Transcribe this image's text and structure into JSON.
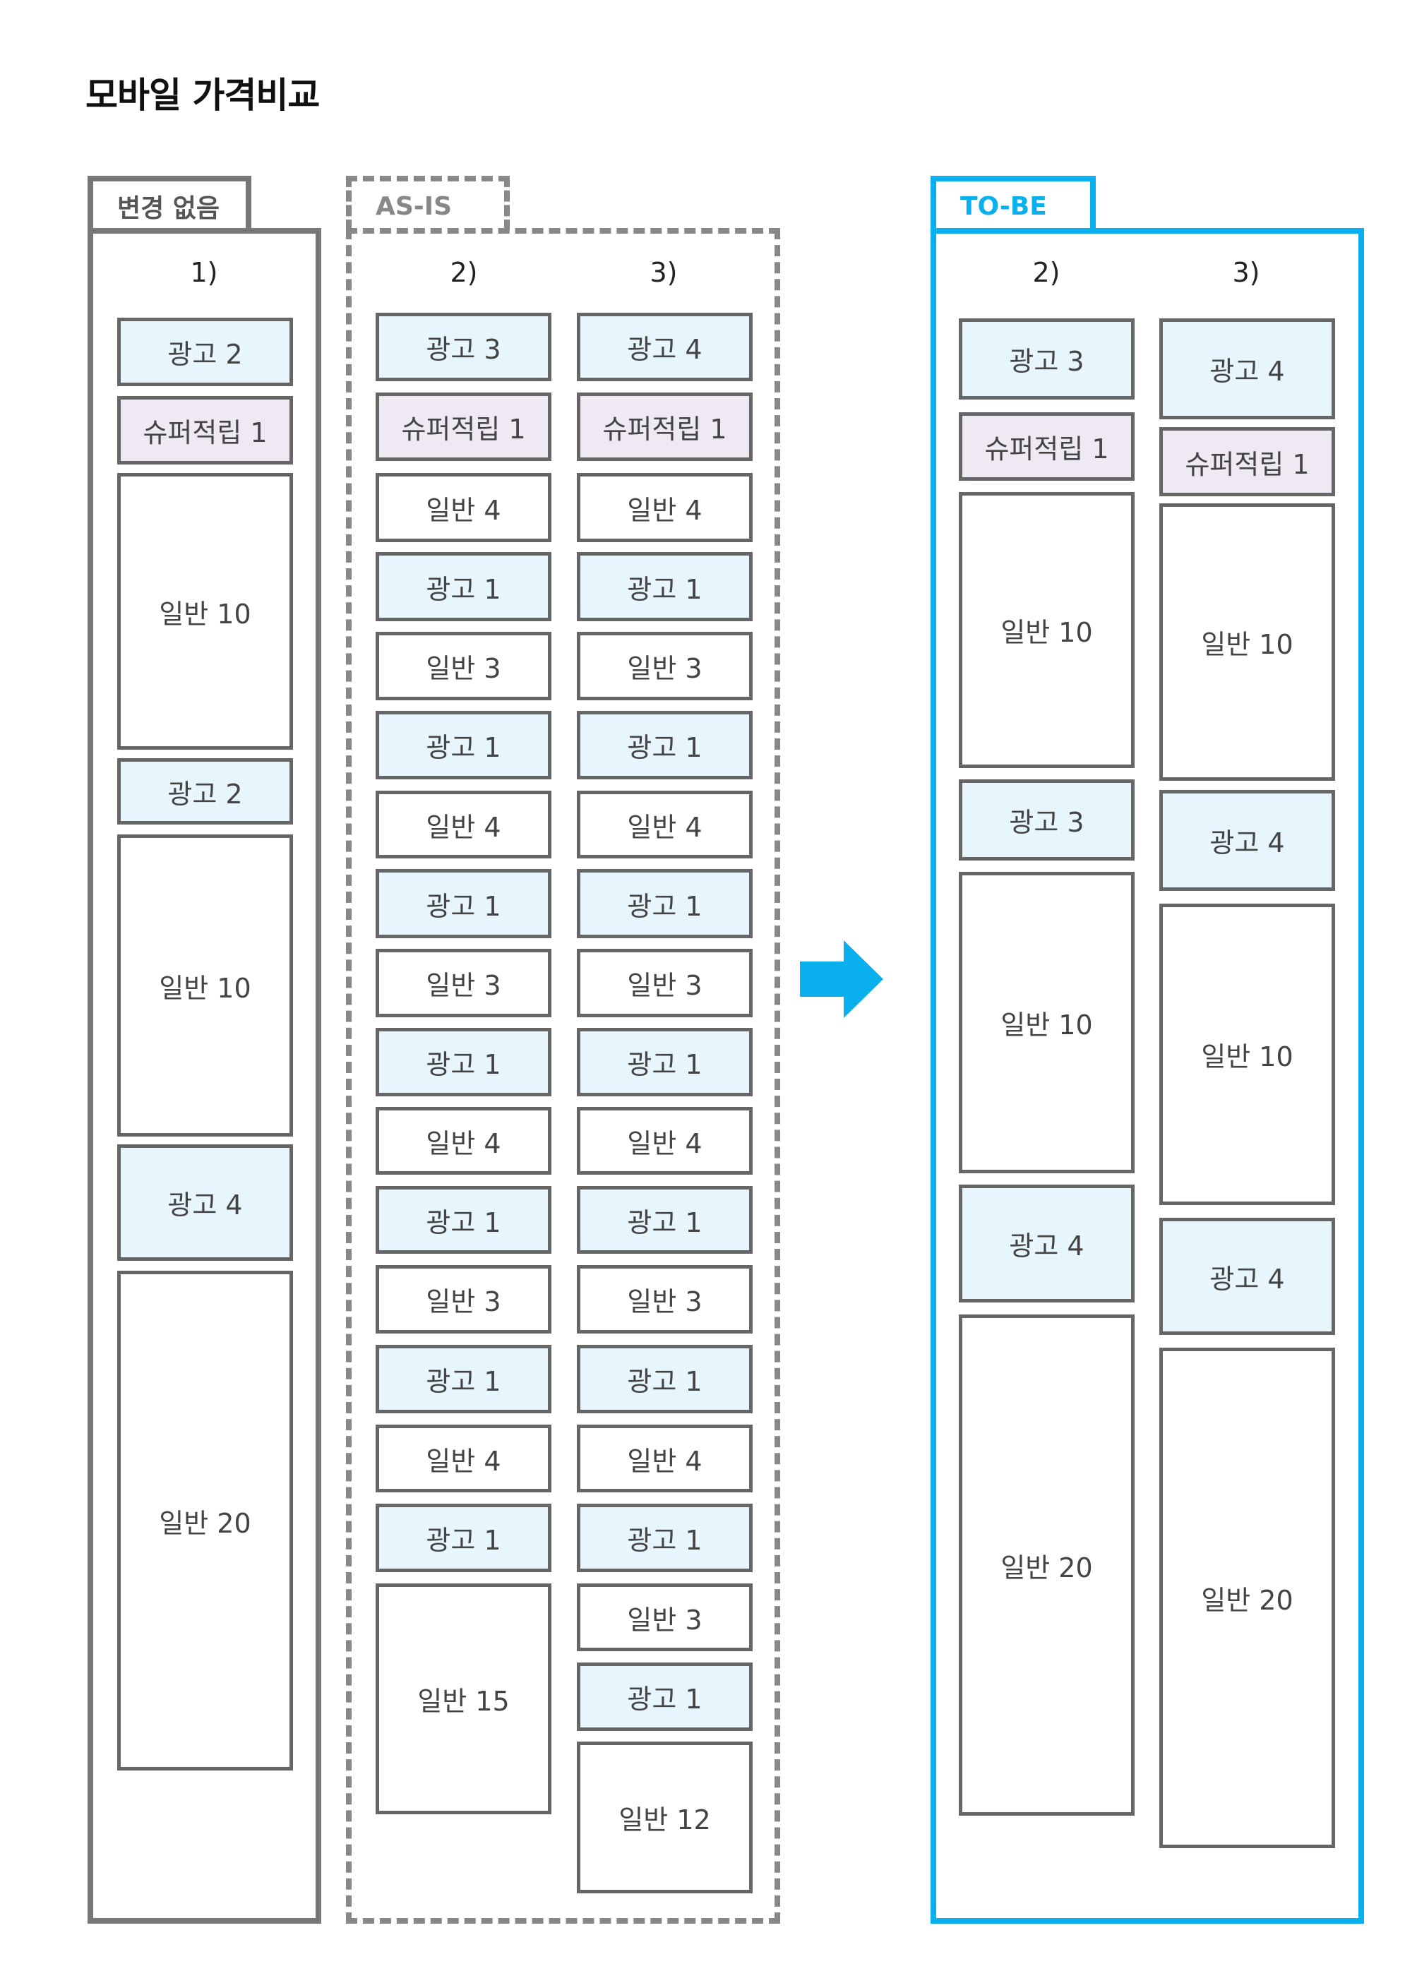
{
  "title": "모바일 가격비교",
  "colors": {
    "blue_accent": "#0ab0ee",
    "ad_fill": "#e6f6fc",
    "superpoint_fill": "#efe9f3",
    "border_gray": "#666666"
  },
  "groups": {
    "unchanged": {
      "label": "변경 없음",
      "col": {
        "label": "1)",
        "items": [
          {
            "text": "광고 2",
            "kind": "ad"
          },
          {
            "text": "슈퍼적립 1",
            "kind": "sp"
          },
          {
            "text": "일반 10",
            "kind": "gen"
          },
          {
            "text": "광고 2",
            "kind": "ad"
          },
          {
            "text": "일반 10",
            "kind": "gen"
          },
          {
            "text": "광고 4",
            "kind": "ad"
          },
          {
            "text": "일반 20",
            "kind": "gen"
          }
        ]
      }
    },
    "as_is": {
      "label": "AS-IS",
      "cols": [
        {
          "label": "2)",
          "items": [
            {
              "text": "광고 3",
              "kind": "ad"
            },
            {
              "text": "슈퍼적립 1",
              "kind": "sp"
            },
            {
              "text": "일반 4",
              "kind": "gen"
            },
            {
              "text": "광고 1",
              "kind": "ad"
            },
            {
              "text": "일반 3",
              "kind": "gen"
            },
            {
              "text": "광고 1",
              "kind": "ad"
            },
            {
              "text": "일반 4",
              "kind": "gen"
            },
            {
              "text": "광고 1",
              "kind": "ad"
            },
            {
              "text": "일반 3",
              "kind": "gen"
            },
            {
              "text": "광고 1",
              "kind": "ad"
            },
            {
              "text": "일반 4",
              "kind": "gen"
            },
            {
              "text": "광고 1",
              "kind": "ad"
            },
            {
              "text": "일반 3",
              "kind": "gen"
            },
            {
              "text": "광고 1",
              "kind": "ad"
            },
            {
              "text": "일반 4",
              "kind": "gen"
            },
            {
              "text": "광고 1",
              "kind": "ad"
            },
            {
              "text": "일반 15",
              "kind": "gen"
            }
          ]
        },
        {
          "label": "3)",
          "items": [
            {
              "text": "광고 4",
              "kind": "ad"
            },
            {
              "text": "슈퍼적립 1",
              "kind": "sp"
            },
            {
              "text": "일반 4",
              "kind": "gen"
            },
            {
              "text": "광고 1",
              "kind": "ad"
            },
            {
              "text": "일반 3",
              "kind": "gen"
            },
            {
              "text": "광고 1",
              "kind": "ad"
            },
            {
              "text": "일반 4",
              "kind": "gen"
            },
            {
              "text": "광고 1",
              "kind": "ad"
            },
            {
              "text": "일반 3",
              "kind": "gen"
            },
            {
              "text": "광고 1",
              "kind": "ad"
            },
            {
              "text": "일반 4",
              "kind": "gen"
            },
            {
              "text": "광고 1",
              "kind": "ad"
            },
            {
              "text": "일반 3",
              "kind": "gen"
            },
            {
              "text": "광고 1",
              "kind": "ad"
            },
            {
              "text": "일반 4",
              "kind": "gen"
            },
            {
              "text": "광고 1",
              "kind": "ad"
            },
            {
              "text": "일반 3",
              "kind": "gen"
            },
            {
              "text": "광고 1",
              "kind": "ad"
            },
            {
              "text": "일반 12",
              "kind": "gen"
            }
          ]
        }
      ]
    },
    "to_be": {
      "label": "TO-BE",
      "cols": [
        {
          "label": "2)",
          "items": [
            {
              "text": "광고 3",
              "kind": "ad"
            },
            {
              "text": "슈퍼적립 1",
              "kind": "sp"
            },
            {
              "text": "일반 10",
              "kind": "gen"
            },
            {
              "text": "광고 3",
              "kind": "ad"
            },
            {
              "text": "일반 10",
              "kind": "gen"
            },
            {
              "text": "광고 4",
              "kind": "ad"
            },
            {
              "text": "일반 20",
              "kind": "gen"
            }
          ]
        },
        {
          "label": "3)",
          "items": [
            {
              "text": "광고 4",
              "kind": "ad"
            },
            {
              "text": "슈퍼적립 1",
              "kind": "sp"
            },
            {
              "text": "일반 10",
              "kind": "gen"
            },
            {
              "text": "광고 4",
              "kind": "ad"
            },
            {
              "text": "일반 10",
              "kind": "gen"
            },
            {
              "text": "광고 4",
              "kind": "ad"
            },
            {
              "text": "일반 20",
              "kind": "gen"
            }
          ]
        }
      ]
    }
  }
}
